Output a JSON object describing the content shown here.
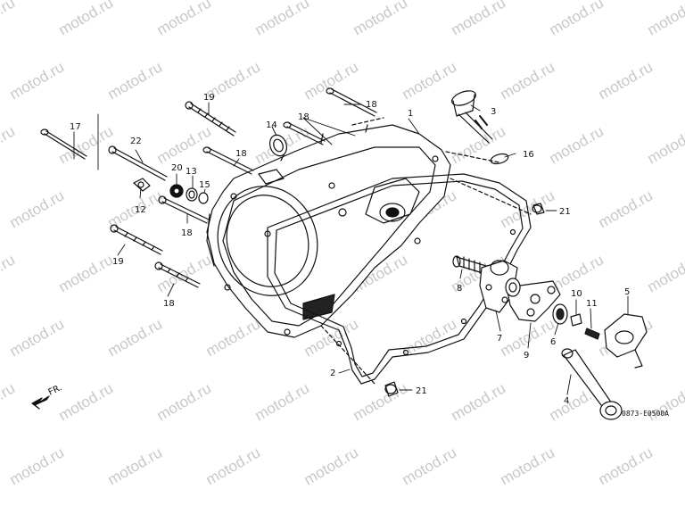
{
  "watermark": "motod.ru",
  "diagram_code": "0873-E0500A",
  "direction_label": "FR.",
  "callouts": {
    "c1": "1",
    "c2": "2",
    "c3": "3",
    "c4": "4",
    "c5": "5",
    "c6": "6",
    "c7": "7",
    "c8": "8",
    "c9": "9",
    "c10": "10",
    "c11": "11",
    "c12": "12",
    "c13": "13",
    "c14": "14",
    "c15": "15",
    "c16": "16",
    "c17": "17",
    "c18a": "18",
    "c18b": "18",
    "c18c": "18",
    "c18d": "18",
    "c18e": "18",
    "c19a": "19",
    "c19b": "19",
    "c20": "20",
    "c21a": "21",
    "c21b": "21",
    "c22": "22"
  }
}
